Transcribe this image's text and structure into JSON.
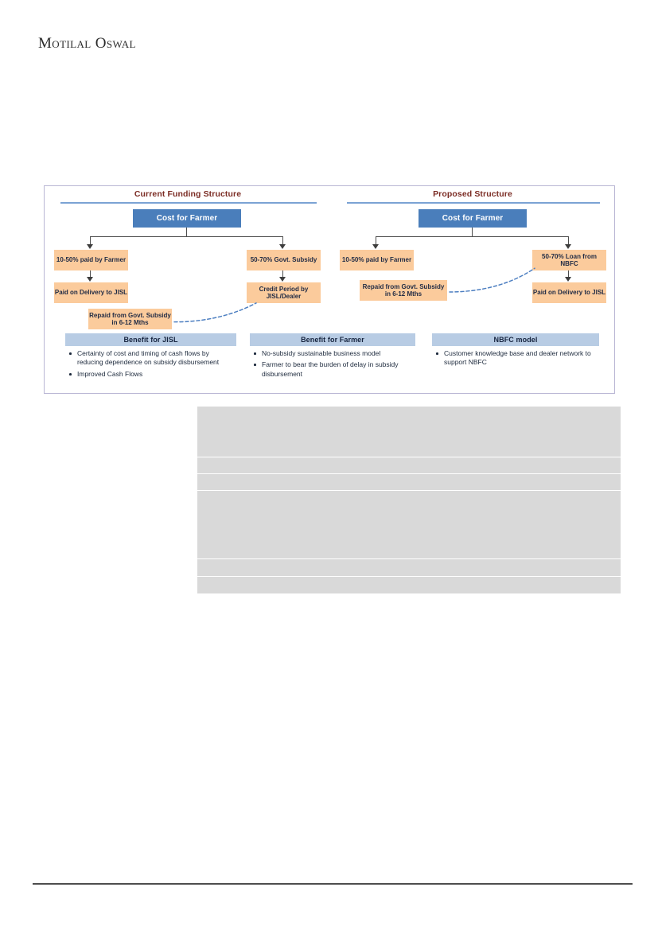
{
  "document": {
    "brand": "Motilal Oswal"
  },
  "figure": {
    "panels": [
      {
        "title": "Current Funding Structure",
        "root": "Cost for Farmer",
        "nodes": [
          {
            "name": "left-branch-source",
            "label": "10-50% paid by Farmer"
          },
          {
            "name": "right-branch-source",
            "label": "50-70% Govt. Subsidy"
          },
          {
            "name": "left-branch-outcome",
            "label": "Paid on Delivery to JISL"
          },
          {
            "name": "right-branch-outcome",
            "label": "Credit Period by JISL/Dealer"
          },
          {
            "name": "repayment-note",
            "label": "Repaid from Govt. Subsidy in 6-12 Mths"
          }
        ]
      },
      {
        "title": "Proposed Structure",
        "root": "Cost for Farmer",
        "nodes": [
          {
            "name": "left-branch-source",
            "label": "10-50% paid by Farmer"
          },
          {
            "name": "right-branch-source",
            "label": "50-70% Loan from NBFC"
          },
          {
            "name": "right-branch-outcome",
            "label": "Paid on Delivery to JISL"
          },
          {
            "name": "repayment-note",
            "label": "Repaid from Govt. Subsidy in 6-12 Mths"
          }
        ]
      }
    ],
    "benefits": [
      {
        "heading": "Benefit for JISL",
        "items": [
          "Certainty of cost and timing of cash flows by reducing dependence on subsidy disbursement",
          "Improved Cash Flows"
        ]
      },
      {
        "heading": "Benefit for Farmer",
        "items": [
          "No-subsidy sustainable business model",
          "Farmer to bear the burden of delay in subsidy disbursement"
        ]
      },
      {
        "heading": "NBFC model",
        "items": [
          "Customer knowledge base and dealer network  to support NBFC"
        ]
      }
    ]
  },
  "table": {
    "rows": [
      {
        "height": 63
      },
      {
        "height": 20
      },
      {
        "height": 20
      },
      {
        "height": 85
      },
      {
        "height": 21
      },
      {
        "height": 21
      }
    ]
  },
  "colors": {
    "root_box": "#4a7ebb",
    "node_box": "#fbcb9c",
    "panel_title": "#7b2c24",
    "panel_rule": "#7ba3d4",
    "benefit_header": "#b8cce4",
    "table_row": "#d9d9d9",
    "footer_rule": "#4d4d4d",
    "figure_border": "#b9b6d4"
  }
}
